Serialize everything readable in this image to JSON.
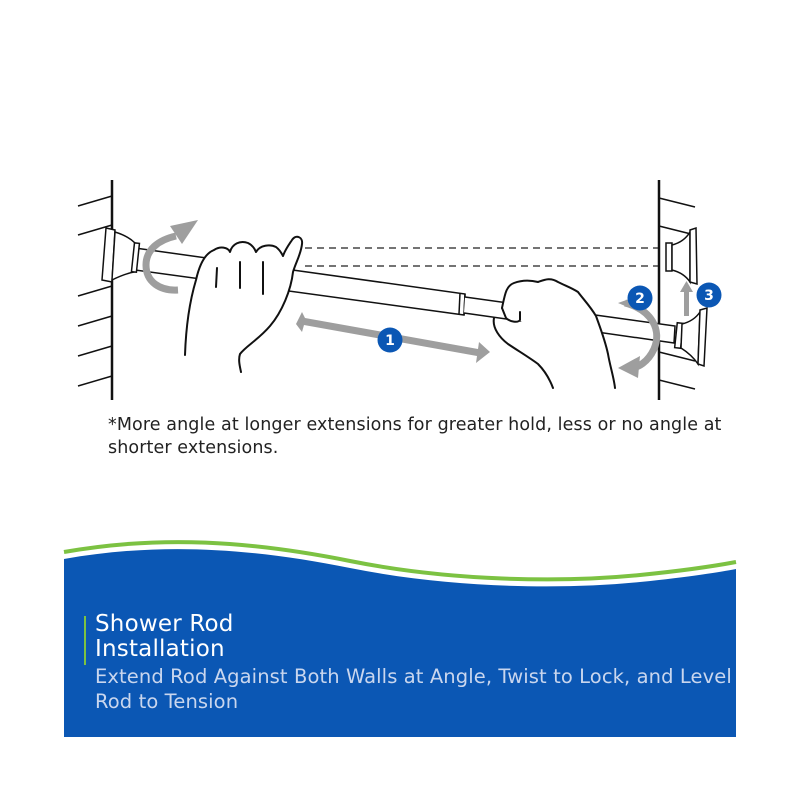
{
  "diagram": {
    "steps": [
      {
        "number": "1",
        "meaning": "Extend rod against both walls"
      },
      {
        "number": "2",
        "meaning": "Twist to lock"
      },
      {
        "number": "3",
        "meaning": "Level rod to tension"
      }
    ],
    "badge_color": "#0b57b4",
    "arrow_color": "#9e9e9e"
  },
  "footnote": {
    "text": "*More angle at longer extensions for greater hold, less or no angle at shorter extensions."
  },
  "panel": {
    "title_line1": "Shower Rod",
    "title_line2": "Installation",
    "subtitle": "Extend Rod Against Both Walls at Angle, Twist to Lock, and Level Rod to Tension",
    "background_color": "#0b57b4",
    "accent_color": "#7cc242"
  }
}
